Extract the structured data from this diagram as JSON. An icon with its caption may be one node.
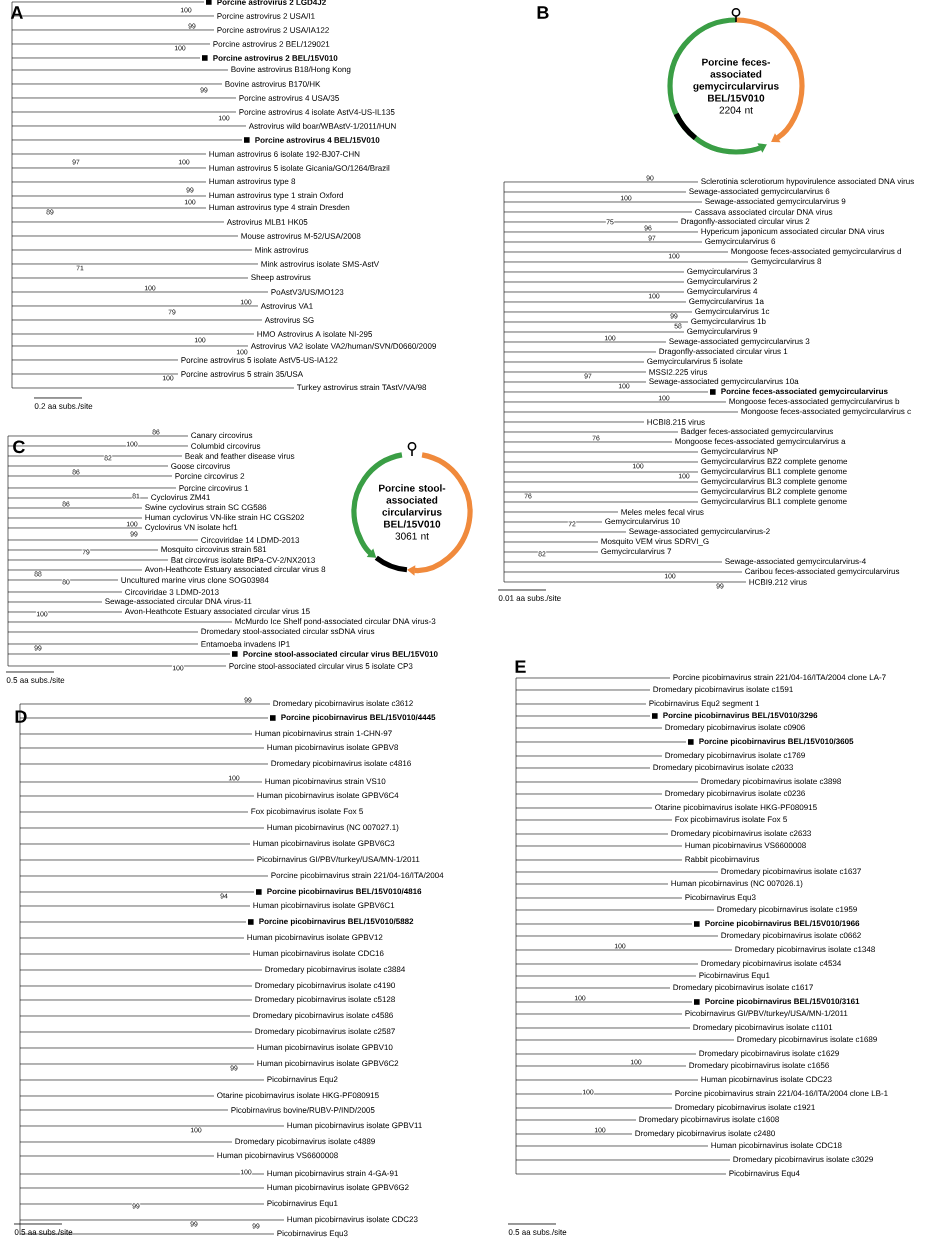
{
  "diagram": {
    "nodes": [
      {
        "text": [
          "Porcine feces-associated gemycircularvirus BEL/15V010",
          "2204 nt"
        ]
      },
      {
        "text": [
          "Porcine stool-associated circularvirus BEL/15V010",
          "3061 nt"
        ]
      }
    ],
    "labels": [
      "A",
      "Porcine astrovirus 2 LGD4J2",
      "Porcine astrovirus 2 USA/I1",
      "Porcine astrovirus 2 USA/IA122",
      "Porcine astrovirus 2 BEL/129021",
      "Porcine astrovirus 2 BEL/15V010",
      "Bovine astrovirus B18/Hong Kong",
      "Bovine astrovirus B170/HK",
      "Porcine astrovirus 4 USA/35",
      "Porcine astrovirus 4 isolate AstV4-US-IL135",
      "Astrovirus wild boar/WBAstV-1/2011/HUN",
      "Porcine astrovirus 4 BEL/15V010",
      "Human astrovirus 6 isolate 192-BJ07-CHN",
      "Human astrovirus 5 isolate Gicania/GO/1264/Brazil",
      "Human astrovirus type 8",
      "Human astrovirus type 1 strain Oxford",
      "Human astrovirus type 4 strain Dresden",
      "Astrovirus MLB1 HK05",
      "Mouse astrovirus M-52/USA/2008",
      "Mink astrovirus",
      "Mink astrovirus isolate SMS-AstV",
      "Sheep astrovirus",
      "PoAstV3/US/MO123",
      "Astrovirus VA1",
      "Astrovirus SG",
      "HMO Astrovirus A isolate NI-295",
      "Astrovirus VA2 isolate VA2/human/SVN/D0660/2009",
      "Porcine astrovirus 5 isolate AstV5-US-IA122",
      "Porcine astrovirus 5 strain 35/USA",
      "Turkey astrovirus strain TAstV/VA/98",
      "100",
      "99",
      "100",
      "99",
      "100",
      "100",
      "99",
      "100",
      "97",
      "89",
      "71",
      "100",
      "100",
      "79",
      "100",
      "100",
      "100",
      "0.2 aa subs./site",
      "B",
      "Sclerotinia sclerotiorum hypovirulence associated DNA virus",
      "Sewage-associated gemycircularvirus 6",
      "Sewage-associated gemycircularvirus 9",
      "Cassava associated circular DNA virus",
      "Dragonfly-associated circular virus 2",
      "Hypericum japonicum associated circular DNA virus",
      "Gemycircularvirus 6",
      "Mongoose feces-associated gemycircularvirus d",
      "Gemycircularvirus 8",
      "Gemycircularvirus 3",
      "Gemycircularvirus 2",
      "Gemycircularvirus 4",
      "Gemycircularvirus 1a",
      "Gemycircularvirus 1c",
      "Gemycircularvirus 1b",
      "Gemycircularvirus 9",
      "Sewage-associated gemycircularvirus 3",
      "Dragonfly-associated circular virus 1",
      "Gemycircularvirus 5 isolate",
      "MSSI2.225 virus",
      "Sewage-associated gemycircularvirus 10a",
      "Porcine feces-associated gemycircularvirus",
      "Mongoose feces-associated gemycircularvirus b",
      "Mongoose feces-associated gemycircularvirus c",
      "HCBI8.215 virus",
      "Badger feces-associated gemycircularvirus",
      "Mongoose feces-associated gemycircularvirus a",
      "Gemycircularvirus NP",
      "Gemycircularvirus BZ2 complete genome",
      "Gemycircularvirus BL1 complete genome",
      "Gemycircularvirus BL3 complete genome",
      "Gemycircularvirus BL2 complete genome",
      "Gemycircularvirus BL1 complete genome",
      "Meles meles fecal virus",
      "Gemycircularvirus 10",
      "Sewage-associated gemycircularvirus-2",
      "Mosquito VEM virus SDRVI_G",
      "Gemycircularvirus 7",
      "Sewage-associated gemycircularvirus-4",
      "Caribou feces-associated gemycircularvirus",
      "HCBI9.212 virus",
      "90",
      "100",
      "75",
      "96",
      "97",
      "100",
      "100",
      "99",
      "58",
      "100",
      "97",
      "100",
      "100",
      "76",
      "100",
      "100",
      "76",
      "72",
      "82",
      "100",
      "99",
      "0.01 aa subs./site",
      "C",
      "Canary circovirus",
      "Columbid circovirus",
      "Beak and feather disease virus",
      "Goose circovirus",
      "Porcine circovirus 2",
      "Porcine circovirus 1",
      "Cyclovirus ZM41",
      "Swine cyclovirus strain SC CG586",
      "Human cyclovirus VN-like strain HC CGS202",
      "Cyclovirus VN isolate hcf1",
      "Circoviridae 14 LDMD-2013",
      "Mosquito circovirus strain 581",
      "Bat circovirus isolate BtPa-CV-2/NX2013",
      "Avon-Heathcote Estuary associated circular virus 8",
      "Uncultured marine virus clone SOG03984",
      "Circoviridae 3 LDMD-2013",
      "Sewage-associated circular DNA virus-11",
      "Avon-Heathcote Estuary associated circular virus 15",
      "McMurdo Ice Shelf pond-associated circular DNA virus-3",
      "Dromedary stool-associated circular ssDNA virus",
      "Entamoeba invadens IP1",
      "Porcine stool-associated circular virus BEL/15V010",
      "Porcine stool-associated circular virus 5 isolate CP3",
      "86",
      "100",
      "82",
      "86",
      "86",
      "81",
      "100",
      "99",
      "79",
      "88",
      "80",
      "100",
      "99",
      "100",
      "0.5 aa subs./site",
      "D",
      "Dromedary picobirnavirus isolate c3612",
      "Porcine picobirnavirus BEL/15V010/4445",
      "Human picobirnavirus strain 1-CHN-97",
      "Human picobirnavirus isolate GPBV8",
      "Dromedary picobirnavirus isolate c4816",
      "Human picobirnavirus strain VS10",
      "Human picobirnavirus isolate GPBV6C4",
      "Fox picobirnavirus isolate Fox 5",
      "Human picobirnavirus (NC 007027.1)",
      "Human picobirnavirus isolate GPBV6C3",
      "Picobirnavirus GI/PBV/turkey/USA/MN-1/2011",
      "Porcine picobirnavirus strain 221/04-16/ITA/2004",
      "Porcine picobirnavirus BEL/15V010/4816",
      "Human picobirnavirus isolate GPBV6C1",
      "Porcine picobirnavirus BEL/15V010/5882",
      "Human picobirnavirus isolate GPBV12",
      "Human picobirnavirus isolate CDC16",
      "Dromedary picobirnavirus isolate c3884",
      "Dromedary picobirnavirus isolate c4190",
      "Dromedary picobirnavirus isolate c5128",
      "Dromedary picobirnavirus isolate c4586",
      "Dromedary picobirnavirus isolate c2587",
      "Human picobirnavirus isolate GPBV10",
      "Human picobirnavirus isolate GPBV6C2",
      "Picobirnavirus Equ2",
      "Otarine picobirnavirus isolate HKG-PF080915",
      "Picobirnavirus bovine/RUBV-P/IND/2005",
      "Human picobirnavirus isolate GPBV11",
      "Dromedary picobirnavirus isolate c4889",
      "Human picobirnavirus VS6600008",
      "Human picobirnavirus strain 4-GA-91",
      "Human picobirnavirus isolate GPBV6G2",
      "Picobirnavirus Equ1",
      "Human picobirnavirus isolate CDC23",
      "Picobirnavirus Equ3",
      "99",
      "100",
      "94",
      "99",
      "100",
      "100",
      "99",
      "99",
      "99",
      "0.5 aa subs./site",
      "E",
      "Porcine picobirnavirus strain 221/04-16/ITA/2004 clone LA-7",
      "Dromedary picobirnavirus isolate c1591",
      "Picobirnavirus Equ2 segment 1",
      "Porcine picobirnavirus BEL/15V010/3296",
      "Dromedary picobirnavirus isolate c0906",
      "Porcine picobirnavirus BEL/15V010/3605",
      "Dromedary picobirnavirus isolate c1769",
      "Dromedary picobirnavirus isolate c2033",
      "Dromedary picobirnavirus isolate c3898",
      "Dromedary picobirnavirus isolate c0236",
      "Otarine picobirnavirus isolate HKG-PF080915",
      "Fox picobirnavirus isolate Fox 5",
      "Dromedary picobirnavirus isolate c2633",
      "Human picobirnavirus VS6600008",
      "Rabbit picobirnavirus",
      "Dromedary picobirnavirus isolate c1637",
      "Human picobirnavirus (NC 007026.1)",
      "Picobirnavirus Equ3",
      "Dromedary picobirnavirus isolate c1959",
      "Porcine picobirnavirus BEL/15V010/1966",
      "Dromedary picobirnavirus isolate c0662",
      "Dromedary picobirnavirus isolate c1348",
      "Dromedary picobirnavirus isolate c4534",
      "Picobirnavirus Equ1",
      "Dromedary picobirnavirus isolate c1617",
      "Porcine picobirnavirus BEL/15V010/3161",
      "Picobirnavirus GI/PBV/turkey/USA/MN-1/2011",
      "Dromedary picobirnavirus isolate c1101",
      "Dromedary picobirnavirus isolate c1689",
      "Dromedary picobirnavirus isolate c1629",
      "Dromedary picobirnavirus isolate c1656",
      "Human picobirnavirus isolate CDC23",
      "Porcine picobirnavirus strain 221/04-16/ITA/2004 clone LB-1",
      "Dromedary picobirnavirus isolate c1921",
      "Dromedary picobirnavirus isolate c1608",
      "Dromedary picobirnavirus isolate c2480",
      "Human picobirnavirus isolate CDC18",
      "Dromedary picobirnavirus isolate c3029",
      "Picobirnavirus Equ4",
      "100",
      "100",
      "100",
      "100",
      "100",
      "0.5 aa subs./site"
    ]
  }
}
